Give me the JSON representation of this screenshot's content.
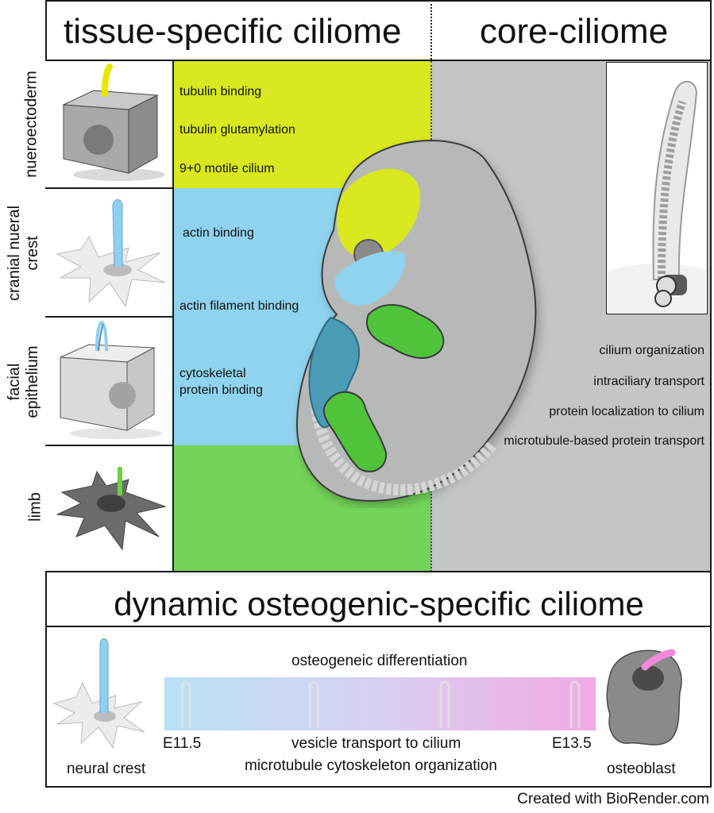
{
  "header": {
    "tissue_title": "tissue-specific ciliome",
    "core_title": "core-ciliome"
  },
  "row_labels": {
    "neuroectoderm": "nueroectoderm",
    "cranial_line1": "cranial nueral",
    "cranial_line2": "crest",
    "facial_line1": "facial",
    "facial_line2": "epithelium",
    "limb": "limb"
  },
  "tissue_terms": {
    "neuroectoderm": [
      "tubulin binding",
      "tubulin glutamylation",
      "9+0 motile cilium"
    ],
    "cranial_crest": [
      "actin binding",
      "actin filament binding"
    ],
    "facial_line1": "cytoskeletal",
    "facial_line2": "protein binding"
  },
  "core_terms": [
    "cilium organization",
    "intraciliary transport",
    "protein localization to cilium",
    "microtubule-based protein transport"
  ],
  "dynamic": {
    "title": "dynamic osteogenic-specific ciliome",
    "left_cell": "neural crest",
    "right_cell": "osteoblast",
    "bar_label": "osteogeneic differentiation",
    "start_stage": "E11.5",
    "end_stage": "E13.5",
    "term1": "vesicle transport to cilium",
    "term2": "microtubule cytoskeleton organization"
  },
  "credit": "Created with BioRender.com",
  "colors": {
    "neuroectoderm": "#d9e81f",
    "cranial_crest": "#8fd3ee",
    "limb": "#74d45a",
    "core_bg": "#c4c6c6",
    "gradient_start": "#b9e1f4",
    "gradient_end": "#f2a9e4"
  }
}
